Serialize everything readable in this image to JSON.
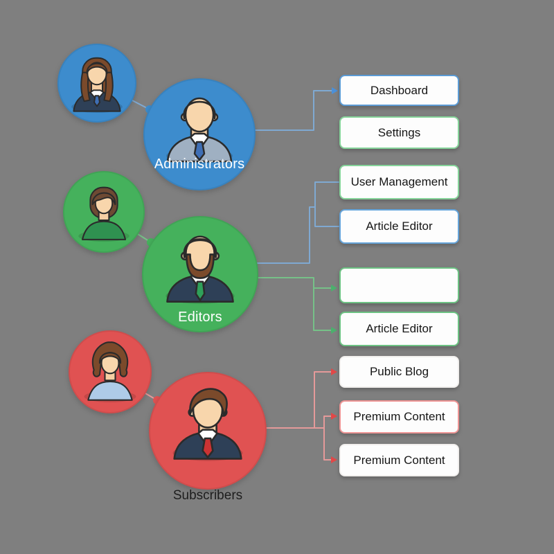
{
  "canvas": {
    "background": "#7f7f7f"
  },
  "roles": [
    {
      "label": "Administrators",
      "label_position": "inside-circle",
      "color": "#3d8ccd",
      "line_color": "#7fa9d2",
      "avatar": "man-blue-tie-avatar",
      "member_avatar": "woman-long-hair-suit-avatar"
    },
    {
      "label": "Editors",
      "label_position": "inside-circle",
      "color": "#45b15c",
      "line_color": "#76c188",
      "avatar": "man-beard-green-tie-avatar",
      "member_avatar": "woman-bob-avatar"
    },
    {
      "label": "Subscribers",
      "label_position": "below-circle",
      "color": "#e05252",
      "line_color": "#e59a9a",
      "avatar": "man-red-tie-avatar",
      "member_avatar": "woman-curly-avatar"
    }
  ],
  "boxes": [
    {
      "label": "Dashboard",
      "border_color": "#5b9bd5",
      "arrow_color": "#4a90d9"
    },
    {
      "label": "Settings",
      "border_color": "#86d49a",
      "arrow_color": null
    },
    {
      "label": "User Management",
      "border_color": "#86d49a",
      "arrow_color": null
    },
    {
      "label": "Article Editor",
      "border_color": "#65a4da",
      "arrow_color": null
    },
    {
      "label": "",
      "border_color": "#6cc283",
      "arrow_color": "#4caf6d"
    },
    {
      "label": "Article Editor",
      "border_color": "#6cc283",
      "arrow_color": "#4caf6d"
    },
    {
      "label": "Public Blog",
      "border_color": "#f1efed",
      "arrow_color": "#e04848"
    },
    {
      "label": "Premium Content",
      "border_color": "#ee9494",
      "arrow_color": "#e04848"
    },
    {
      "label": "Premium Content",
      "border_color": "#f1efed",
      "arrow_color": "#e04848"
    }
  ],
  "connections": [
    {
      "from": "Administrators",
      "to": "Dashboard",
      "color": "blue",
      "arrow": true
    },
    {
      "from": "Editors",
      "to": "User Management",
      "color": "blue",
      "arrow": false
    },
    {
      "from": "Editors",
      "to": "Article Editor",
      "color": "blue",
      "arrow": false
    },
    {
      "from": "Editors",
      "to": "",
      "color": "green",
      "arrow": true
    },
    {
      "from": "Editors",
      "to": "Article Editor",
      "color": "green",
      "arrow": true
    },
    {
      "from": "Subscribers",
      "to": "Public Blog",
      "color": "red",
      "arrow": true
    },
    {
      "from": "Subscribers",
      "to": "Premium Content",
      "color": "red",
      "arrow": true
    },
    {
      "from": "Subscribers",
      "to": "Premium Content",
      "color": "red",
      "arrow": true
    }
  ]
}
